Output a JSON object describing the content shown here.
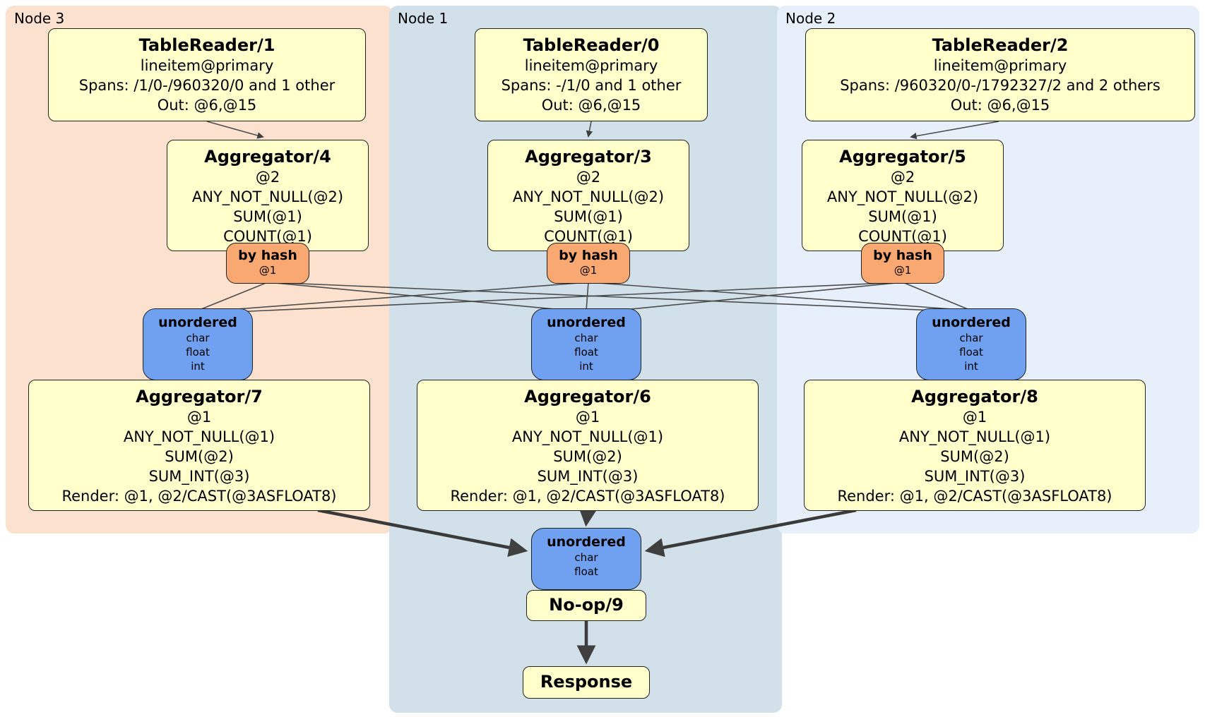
{
  "colors": {
    "node3_bg": "#fce1ce",
    "node1_bg": "#d2e0e9",
    "node2_bg": "#e6effa",
    "box_bg": "#ffffcc",
    "router_bg": "#f9a871",
    "sync_bg": "#70a0f0",
    "edge": "#3f3f3f"
  },
  "regions": {
    "node3": {
      "label": "Node 3"
    },
    "node1": {
      "label": "Node 1"
    },
    "node2": {
      "label": "Node 2"
    }
  },
  "processors": {
    "tr1": {
      "title": "TableReader/1",
      "lines": [
        "lineitem@primary",
        "Spans: /1/0-/960320/0 and 1 other",
        "Out: @6,@15"
      ]
    },
    "tr0": {
      "title": "TableReader/0",
      "lines": [
        "lineitem@primary",
        "Spans: -/1/0 and 1 other",
        "Out: @6,@15"
      ]
    },
    "tr2": {
      "title": "TableReader/2",
      "lines": [
        "lineitem@primary",
        "Spans: /960320/0-/1792327/2 and 2 others",
        "Out: @6,@15"
      ]
    },
    "agg4": {
      "title": "Aggregator/4",
      "lines": [
        "@2",
        "ANY_NOT_NULL(@2)",
        "SUM(@1)",
        "COUNT(@1)"
      ]
    },
    "agg3": {
      "title": "Aggregator/3",
      "lines": [
        "@2",
        "ANY_NOT_NULL(@2)",
        "SUM(@1)",
        "COUNT(@1)"
      ]
    },
    "agg5": {
      "title": "Aggregator/5",
      "lines": [
        "@2",
        "ANY_NOT_NULL(@2)",
        "SUM(@1)",
        "COUNT(@1)"
      ]
    },
    "agg7": {
      "title": "Aggregator/7",
      "lines": [
        "@1",
        "ANY_NOT_NULL(@1)",
        "SUM(@2)",
        "SUM_INT(@3)",
        "Render: @1, @2/CAST(@3ASFLOAT8)"
      ]
    },
    "agg6": {
      "title": "Aggregator/6",
      "lines": [
        "@1",
        "ANY_NOT_NULL(@1)",
        "SUM(@2)",
        "SUM_INT(@3)",
        "Render: @1, @2/CAST(@3ASFLOAT8)"
      ]
    },
    "agg8": {
      "title": "Aggregator/8",
      "lines": [
        "@1",
        "ANY_NOT_NULL(@1)",
        "SUM(@2)",
        "SUM_INT(@3)",
        "Render: @1, @2/CAST(@3ASFLOAT8)"
      ]
    },
    "noop": {
      "title": "No-op/9"
    },
    "response": {
      "title": "Response"
    }
  },
  "routers": {
    "by_hash": {
      "label": "by hash",
      "value": "@1"
    }
  },
  "syncs": {
    "top": {
      "label": "unordered",
      "streams": [
        "char",
        "float",
        "int"
      ]
    },
    "final": {
      "label": "unordered",
      "streams": [
        "char",
        "float"
      ]
    }
  }
}
